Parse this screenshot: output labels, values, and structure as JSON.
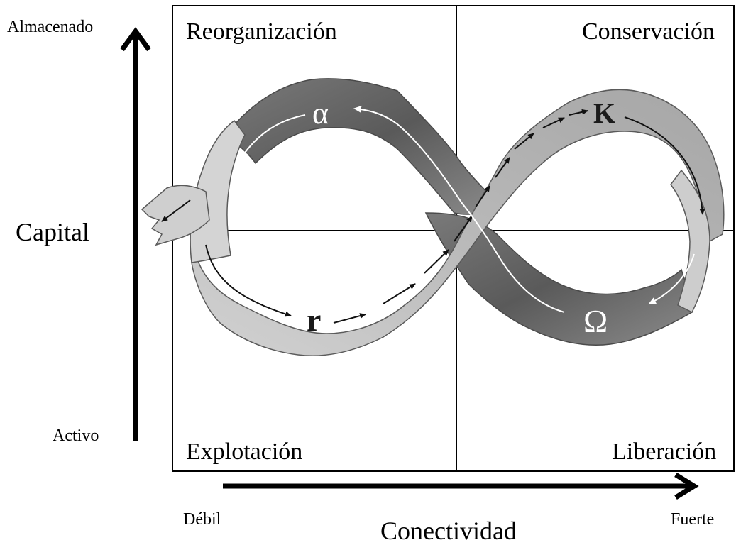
{
  "axes": {
    "y_top": "Almacenado",
    "y_bottom": "Activo",
    "y_title": "Capital",
    "x_left": "Débil",
    "x_right": "Fuerte",
    "x_title": "Conectividad"
  },
  "quadrants": {
    "top_left": "Reorganización",
    "top_right": "Conservación",
    "bottom_left": "Explotación",
    "bottom_right": "Liberación"
  },
  "phases": {
    "alpha": "α",
    "k": "K",
    "r": "r",
    "omega": "Ω"
  },
  "colors": {
    "band_light": "#c4c4c4",
    "band_mid": "#a9a9a9",
    "band_dark": "#6a6a6a",
    "outline": "#4a4a4a",
    "arrow_dark": "#111111",
    "arrow_light": "#ffffff"
  }
}
